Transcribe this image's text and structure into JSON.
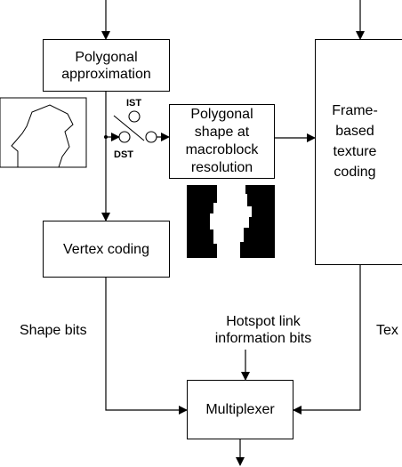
{
  "blocks": {
    "polygonal_approximation": "Polygonal\napproximation",
    "polygonal_shape": "Polygonal\nshape at\nmacroblock\nresolution",
    "frame_based_texture_coding": "Frame-\nbased\ntexture\ncoding",
    "vertex_coding": "Vertex coding",
    "multiplexer": "Multiplexer"
  },
  "switch": {
    "ist": "IST",
    "dst": "DST"
  },
  "edge_labels": {
    "shape_bits": "Shape bits",
    "hotspot_link": "Hotspot  link\ninformation bits",
    "texture_bits_partial": "Tex"
  },
  "colors": {
    "line": "#000000",
    "fill": "#ffffff",
    "mask": "#000000"
  }
}
